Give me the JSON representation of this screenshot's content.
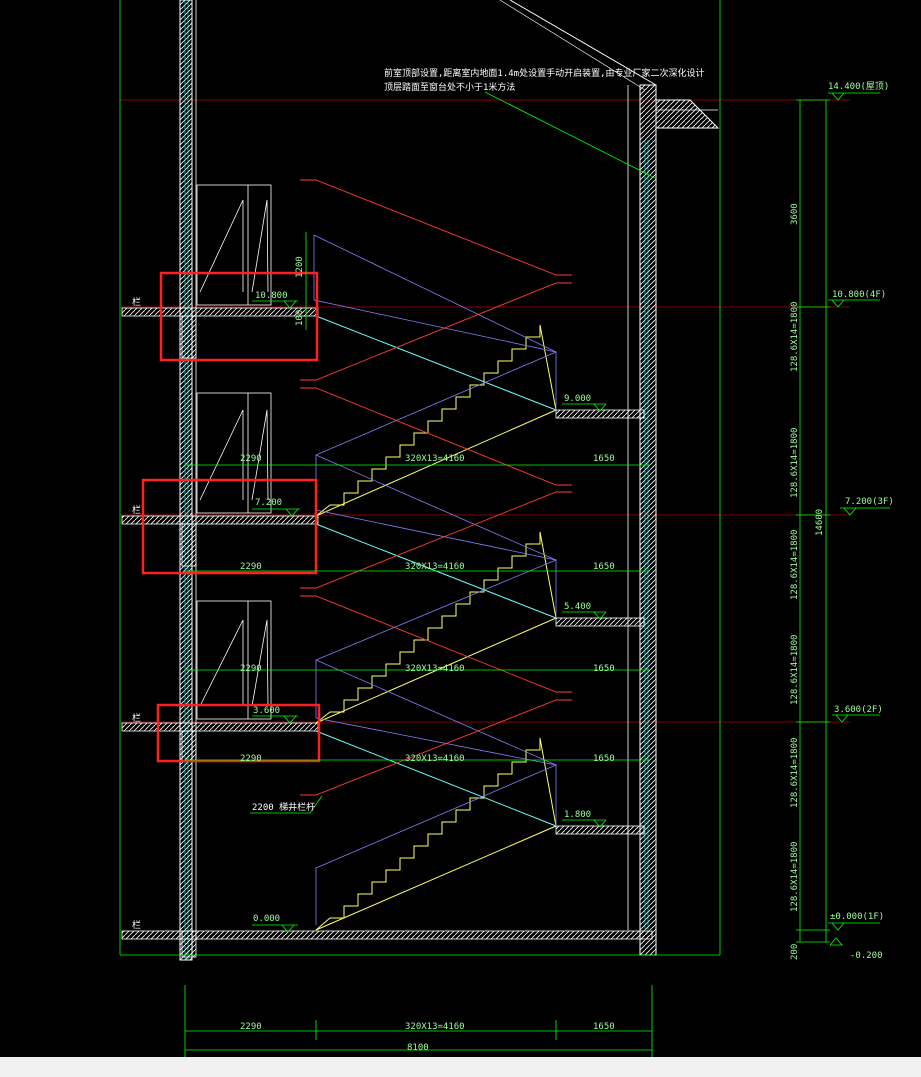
{
  "note": {
    "line1": "前室顶部设置,距离室内地面1.4m处设置手动开启装置,由专业厂家二次深化设计",
    "line2": "顶层踏面至窗台处不小于1米方法"
  },
  "levels": {
    "roof": "14.400(屋顶)",
    "f4": "10.800(4F)",
    "f3": "7.200(3F)",
    "f2": "3.600(2F)",
    "f1": "±0.000(1F)",
    "ground": "-0.200"
  },
  "elevations": {
    "e10800": "10.800",
    "e9000": "9.000",
    "e7200": "7.200",
    "e5400": "5.400",
    "e3600": "3.600",
    "e1800": "1.800",
    "e0000": "0.000"
  },
  "dims": {
    "d3600": "3600",
    "d1200": "1200",
    "d100": "100",
    "flight": "128.6X14=1800",
    "total": "14600",
    "d200": "200",
    "landing_left": "2290",
    "run": "320X13=4160",
    "landing_right": "1650",
    "overall": "8100"
  },
  "labels": {
    "handrail": "2200 梯井栏杆",
    "tag": "栏"
  },
  "colors": {
    "background": "#000000",
    "wall": "#ffffff",
    "dim": "#00ff00",
    "stair": "#ffff66",
    "stair_line": "#66ffff",
    "leader": "#ff3b30",
    "hidden": "#8080ff",
    "highlight": "#ff2020",
    "axis": "#c00000"
  }
}
